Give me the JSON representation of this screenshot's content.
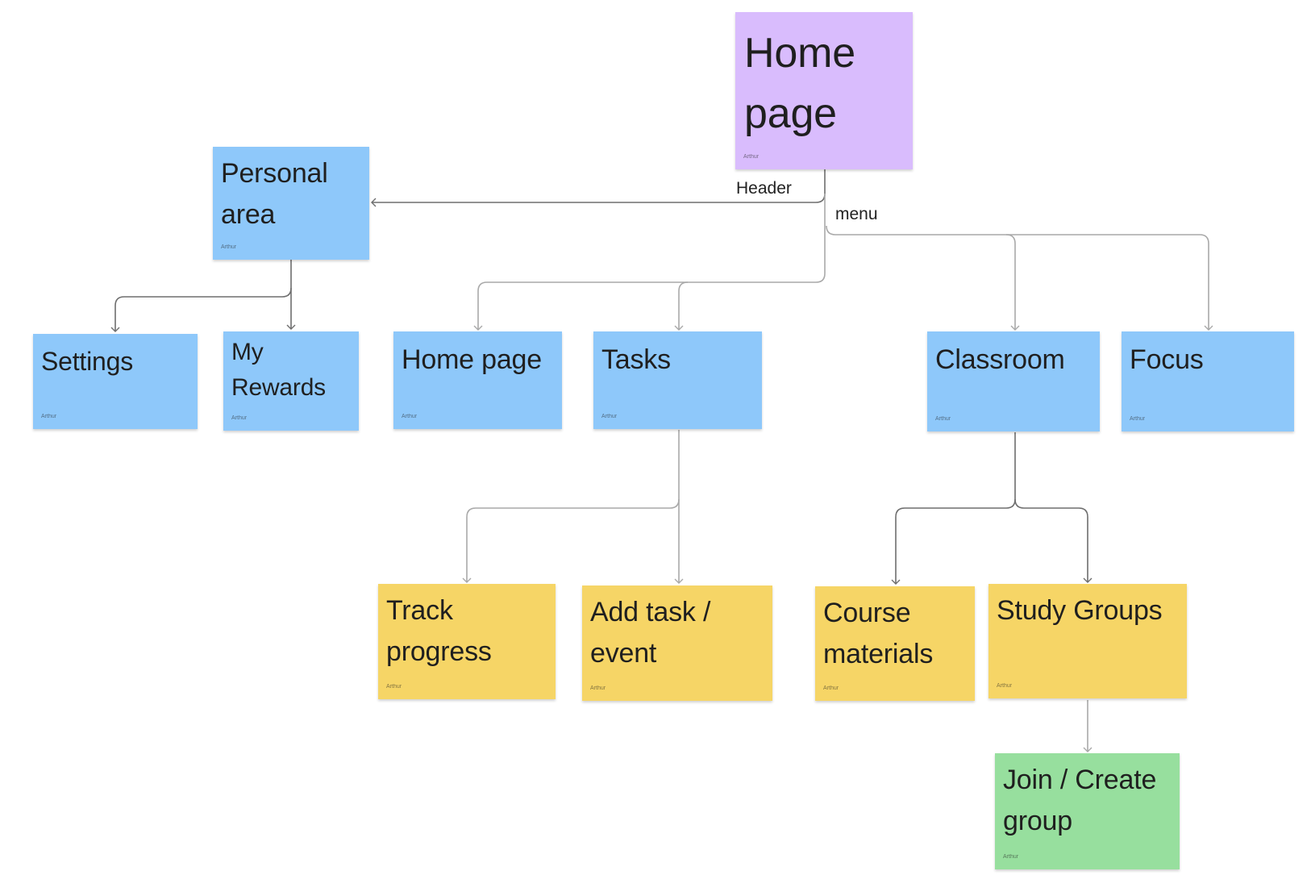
{
  "colors": {
    "purple": "#d9bcfd",
    "blue": "#8ec8fa",
    "yellow": "#f6d566",
    "green": "#97df9e",
    "line_dark": "#6e6e6e",
    "line_light": "#a9a9a9"
  },
  "notes": {
    "home_root": {
      "label": "Home\npage",
      "author": "Arthur"
    },
    "personal_area": {
      "label": "Personal\narea",
      "author": "Arthur"
    },
    "settings": {
      "label": "Settings",
      "author": "Arthur"
    },
    "my_rewards": {
      "label": "My\nRewards",
      "author": "Arthur"
    },
    "home_page": {
      "label": "Home page",
      "author": "Arthur"
    },
    "tasks": {
      "label": "Tasks",
      "author": "Arthur"
    },
    "classroom": {
      "label": "Classroom",
      "author": "Arthur"
    },
    "focus": {
      "label": "Focus",
      "author": "Arthur"
    },
    "track_progress": {
      "label": "Track\nprogress",
      "author": "Arthur"
    },
    "add_task": {
      "label": "Add task /\nevent",
      "author": "Arthur"
    },
    "course_materials": {
      "label": "Course\nmaterials",
      "author": "Arthur"
    },
    "study_groups": {
      "label": "Study Groups",
      "author": "Arthur"
    },
    "join_create": {
      "label": "Join / Create\ngroup",
      "author": "Arthur"
    }
  },
  "connector_labels": {
    "header": "Header",
    "menu": "menu"
  }
}
